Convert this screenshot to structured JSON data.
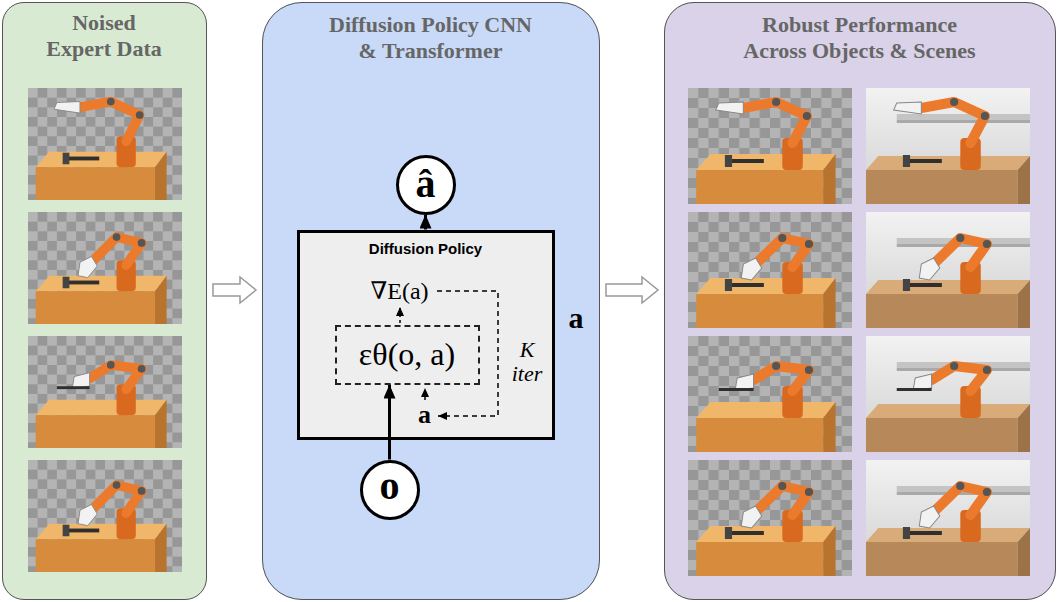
{
  "diagram": {
    "nodes": [
      {
        "text": [
          "Noised Expert Data"
        ]
      },
      {
        "text": [
          "Diffusion Policy CNN & Transformer"
        ]
      },
      {
        "text": [
          "â"
        ],
        "in": 1
      },
      {
        "text": [
          "Diffusion Policy",
          "∇E(a)",
          "a",
          "K iter"
        ],
        "in": 1
      },
      {
        "text": [
          "εθ(o, a)"
        ],
        "in": 3
      },
      {
        "text": [
          "o"
        ],
        "in": 1
      },
      {
        "text": [
          "Robust Performance Across Objects & Scenes"
        ]
      }
    ],
    "edges": [
      {
        "from": 0,
        "to": 1,
        "arrow": "to"
      },
      {
        "from": 3,
        "to": 2,
        "arrow": "to"
      },
      {
        "from": 5,
        "to": 4,
        "arrow": "to"
      },
      {
        "from": 1,
        "to": 6,
        "arrow": "to"
      }
    ],
    "labels": [
      "a"
    ]
  }
}
